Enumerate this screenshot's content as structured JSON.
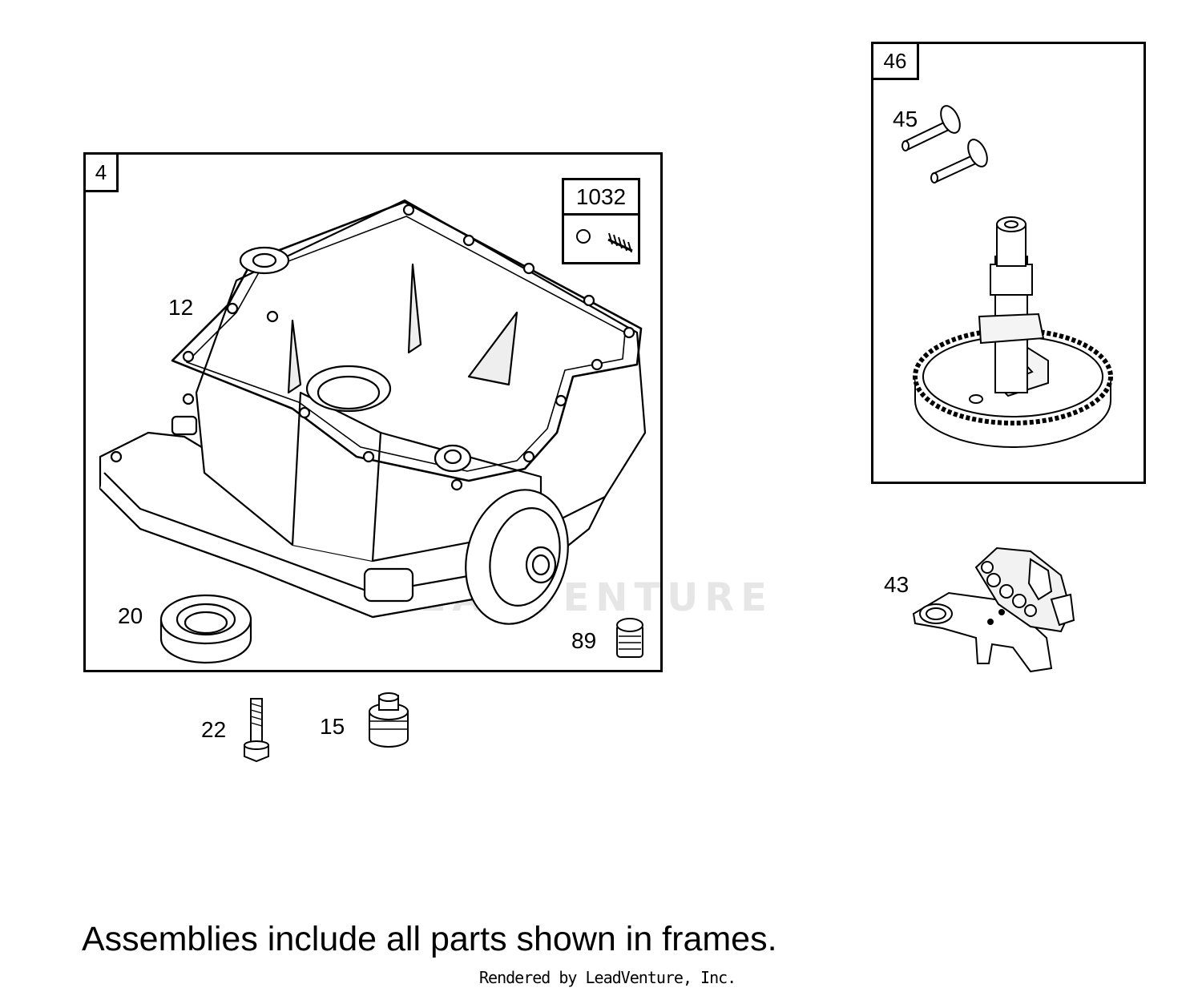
{
  "frames": {
    "crankcase_assembly": {
      "label": "4"
    },
    "camshaft_assembly": {
      "label": "46"
    }
  },
  "kit": {
    "label": "1032"
  },
  "callouts": {
    "sump_gasket": "12",
    "oil_seal": "20",
    "oil_fill_plug": "89",
    "sump_bolt": "22",
    "drain_plug": "15",
    "tappets": "45",
    "governor_assembly": "43"
  },
  "watermark": "LEADVENTURE",
  "caption": "Assemblies include all parts shown in frames.",
  "credit": "Rendered by LeadVenture, Inc."
}
